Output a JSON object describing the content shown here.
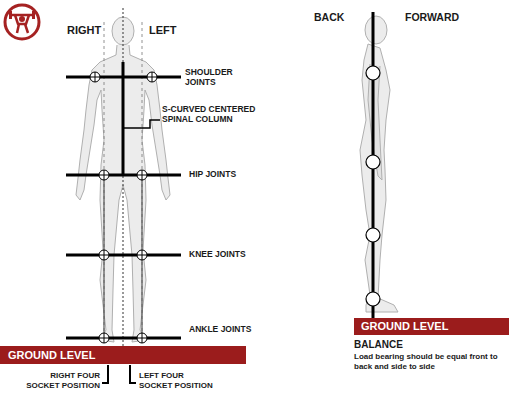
{
  "diagram": {
    "nodes": [
      {
        "text": [
          "GROUND LEVEL"
        ]
      },
      {
        "text": [
          "GROUND LEVEL"
        ]
      }
    ],
    "labels": [
      "RIGHT",
      "LEFT",
      "SHOULDER JOINTS",
      "S-CURVED CENTERED SPINAL COLUMN",
      "HIP JOINTS",
      "KNEE JOINTS",
      "ANKLE JOINTS",
      "RIGHT FOUR SOCKET POSITION",
      "LEFT FOUR SOCKET POSITION",
      "BACK",
      "FORWARD",
      "BALANCE",
      "Load bearing should be equal front to back and side to side"
    ]
  }
}
